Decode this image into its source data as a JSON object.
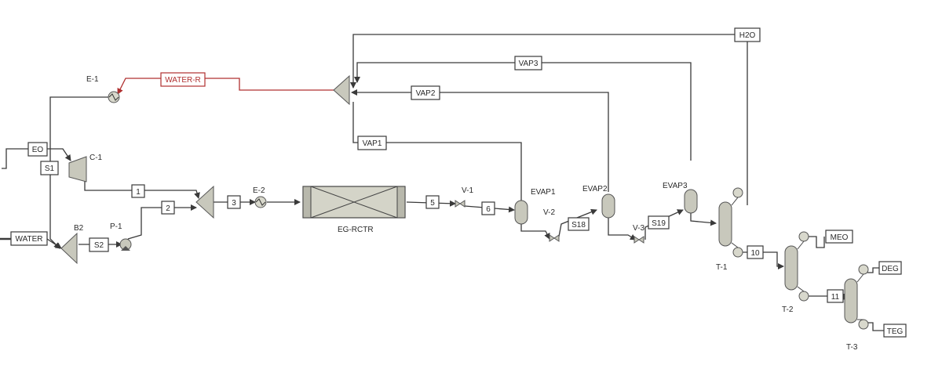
{
  "streams": {
    "h2o": "H2O",
    "vap3": "VAP3",
    "vap2": "VAP2",
    "vap1": "VAP1",
    "water_r": "WATER-R",
    "eo": "EO",
    "s1": "S1",
    "water": "WATER",
    "s2": "S2",
    "s1_num": "1",
    "s2_num": "2",
    "s3": "3",
    "s5": "5",
    "s6": "6",
    "s18": "S18",
    "s19": "S19",
    "s10": "10",
    "s11": "11",
    "meo": "MEO",
    "deg": "DEG",
    "teg": "TEG"
  },
  "blocks": {
    "e1": "E-1",
    "c1": "C-1",
    "b2": "B2",
    "p1": "P-1",
    "e2": "E-2",
    "reactor": "EG-RCTR",
    "v1": "V-1",
    "v2": "V-2",
    "v3": "V-3",
    "evap1": "EVAP1",
    "evap2": "EVAP2",
    "evap3": "EVAP3",
    "t1": "T-1",
    "t2": "T-2",
    "t3": "T-3"
  }
}
